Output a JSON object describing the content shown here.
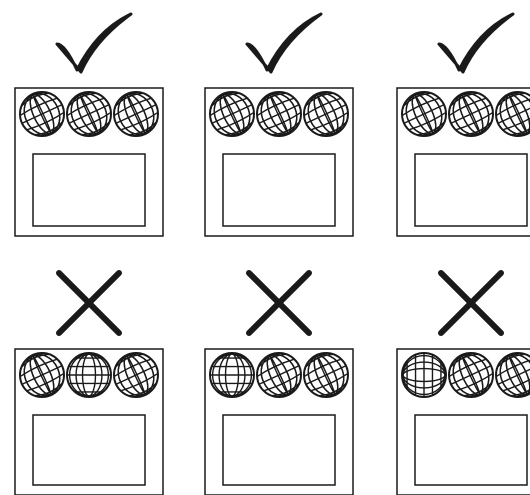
{
  "colors": {
    "ink": "#1a1a1a",
    "background": "#ffffff"
  },
  "rows": [
    {
      "verdict_icon": "checkmark-icon",
      "verdict": "correct",
      "panels": [
        {
          "knobs": [
            "grip-knob-pattern-a",
            "grip-knob-pattern-a",
            "grip-knob-pattern-a"
          ]
        },
        {
          "knobs": [
            "grip-knob-pattern-a",
            "grip-knob-pattern-a",
            "grip-knob-pattern-a"
          ]
        },
        {
          "knobs": [
            "grip-knob-pattern-a",
            "grip-knob-pattern-a",
            "grip-knob-pattern-a"
          ]
        }
      ]
    },
    {
      "verdict_icon": "cross-icon",
      "verdict": "incorrect",
      "panels": [
        {
          "knobs": [
            "grip-knob-pattern-a",
            "grip-knob-pattern-b",
            "grip-knob-pattern-a"
          ]
        },
        {
          "knobs": [
            "grip-knob-pattern-b",
            "grip-knob-pattern-a",
            "grip-knob-pattern-a"
          ]
        },
        {
          "knobs": [
            "grip-knob-pattern-c",
            "grip-knob-pattern-a",
            "grip-knob-pattern-a"
          ]
        }
      ]
    }
  ]
}
